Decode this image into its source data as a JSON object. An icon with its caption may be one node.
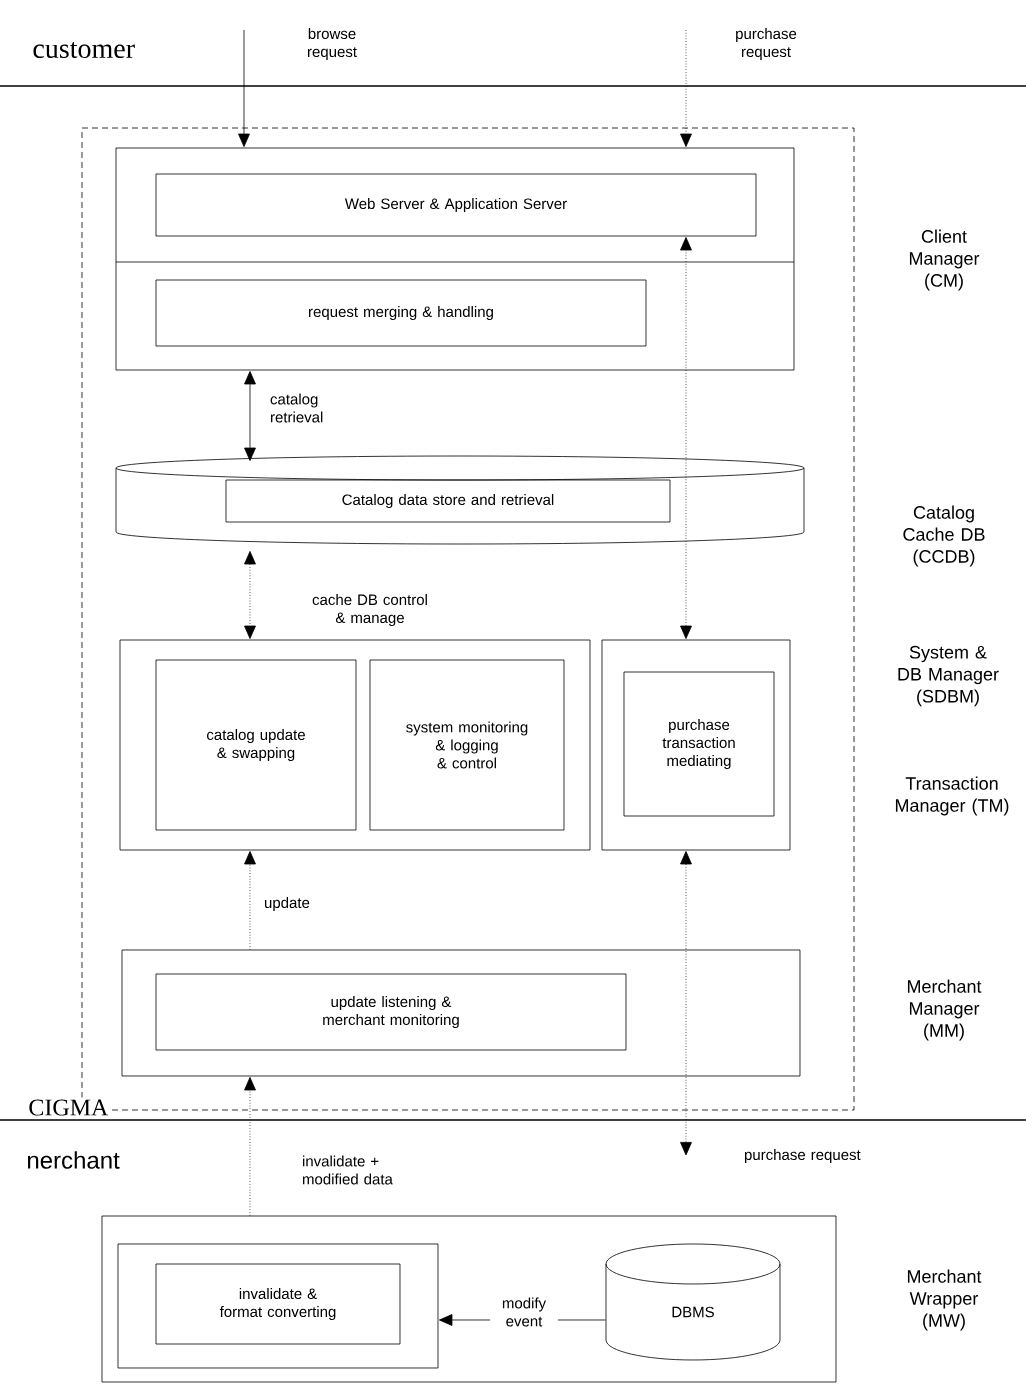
{
  "diagram": {
    "nodes": [
      {
        "text": [
          "CIGMA"
        ]
      },
      {
        "text": [],
        "shape": "box",
        "in": 0
      },
      {
        "text": [
          "Web Server & Application Server"
        ],
        "in": 1
      },
      {
        "text": [
          "request merging & handling"
        ],
        "in": 1
      },
      {
        "text": [],
        "shape": "cylinder",
        "in": 0
      },
      {
        "text": [
          "Catalog data store and retrieval"
        ],
        "in": 4
      },
      {
        "text": [],
        "shape": "box",
        "in": 0
      },
      {
        "text": [
          "catalog update & swapping"
        ],
        "in": 6
      },
      {
        "text": [
          "system monitoring & logging & control"
        ],
        "in": 6
      },
      {
        "text": [],
        "shape": "box",
        "in": 0
      },
      {
        "text": [
          "purchase transaction mediating"
        ],
        "in": 9
      },
      {
        "text": [],
        "shape": "box",
        "in": 0
      },
      {
        "text": [
          "update listening & merchant monitoring"
        ],
        "in": 11
      },
      {
        "text": [],
        "shape": "box"
      },
      {
        "text": [],
        "shape": "box",
        "in": 13
      },
      {
        "text": [
          "invalidate & format converting"
        ],
        "in": 14
      },
      {
        "text": [
          "DBMS"
        ],
        "in": 13
      }
    ],
    "edges": [
      {
        "from": null,
        "to": 1,
        "arrow": "to",
        "label": "browse request"
      },
      {
        "from": null,
        "to": 1,
        "arrow": "to",
        "label": "purchase request",
        "style": "dashed"
      },
      {
        "from": 1,
        "to": 4,
        "arrow": "both",
        "label": "catalog retrieval"
      },
      {
        "from": 4,
        "to": 6,
        "arrow": "both",
        "label": "cache DB control & manage",
        "style": "dashed"
      },
      {
        "from": 9,
        "to": 2,
        "arrow": "both",
        "style": "dashed"
      },
      {
        "from": 11,
        "to": 6,
        "arrow": "to",
        "label": "update",
        "style": "dashed"
      },
      {
        "from": 13,
        "to": 11,
        "arrow": "to",
        "label": "invalidate + modified data",
        "style": "dashed"
      },
      {
        "from": 9,
        "to": null,
        "arrow": "both",
        "label": "purchase request",
        "style": "dashed"
      },
      {
        "from": 16,
        "to": 14,
        "arrow": "to",
        "label": "modify event"
      }
    ],
    "labels": [
      "customer",
      "Client Manager (CM)",
      "Catalog Cache DB (CCDB)",
      "System & DB Manager (SDBM)",
      "Transaction Manager (TM)",
      "Merchant Manager (MM)",
      "nerchant",
      "Merchant Wrapper (MW)"
    ]
  }
}
